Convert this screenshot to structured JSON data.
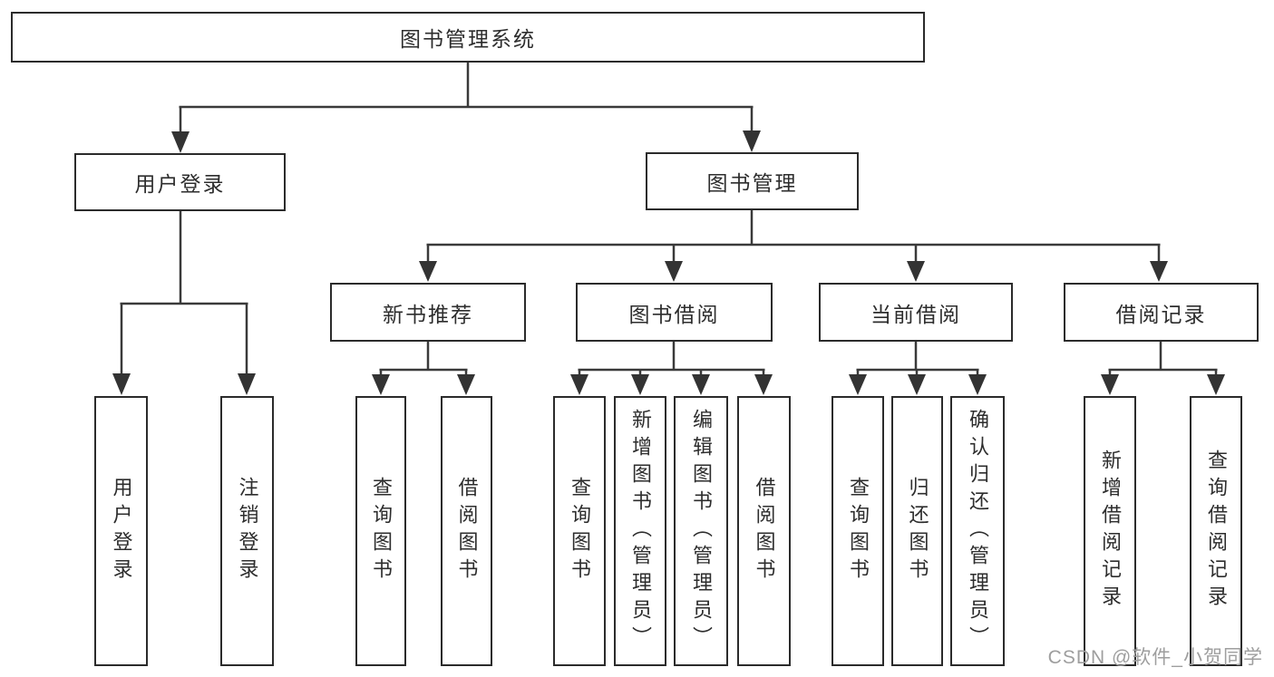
{
  "tree": {
    "label": "图书管理系统",
    "children": [
      {
        "label": "用户登录",
        "children": [
          {
            "label": "用户登录"
          },
          {
            "label": "注销登录"
          }
        ]
      },
      {
        "label": "图书管理",
        "children": [
          {
            "label": "新书推荐",
            "children": [
              {
                "label": "查询图书"
              },
              {
                "label": "借阅图书"
              }
            ]
          },
          {
            "label": "图书借阅",
            "children": [
              {
                "label": "查询图书"
              },
              {
                "label": "新增图书（管理员）"
              },
              {
                "label": "编辑图书（管理员）"
              },
              {
                "label": "借阅图书"
              }
            ]
          },
          {
            "label": "当前借阅",
            "children": [
              {
                "label": "查询图书"
              },
              {
                "label": "归还图书"
              },
              {
                "label": "确认归还（管理员）"
              }
            ]
          },
          {
            "label": "借阅记录",
            "children": [
              {
                "label": "新增借阅记录"
              },
              {
                "label": "查询借阅记录"
              }
            ]
          }
        ]
      }
    ]
  },
  "watermark": {
    "text": "CSDN @软件_小贺同学",
    "color": "#9e9e9e"
  },
  "colors": {
    "background": "#ffffff",
    "box_border": "#2b2b2b",
    "line": "#3a3a3a",
    "text": "#2d2d2d"
  }
}
